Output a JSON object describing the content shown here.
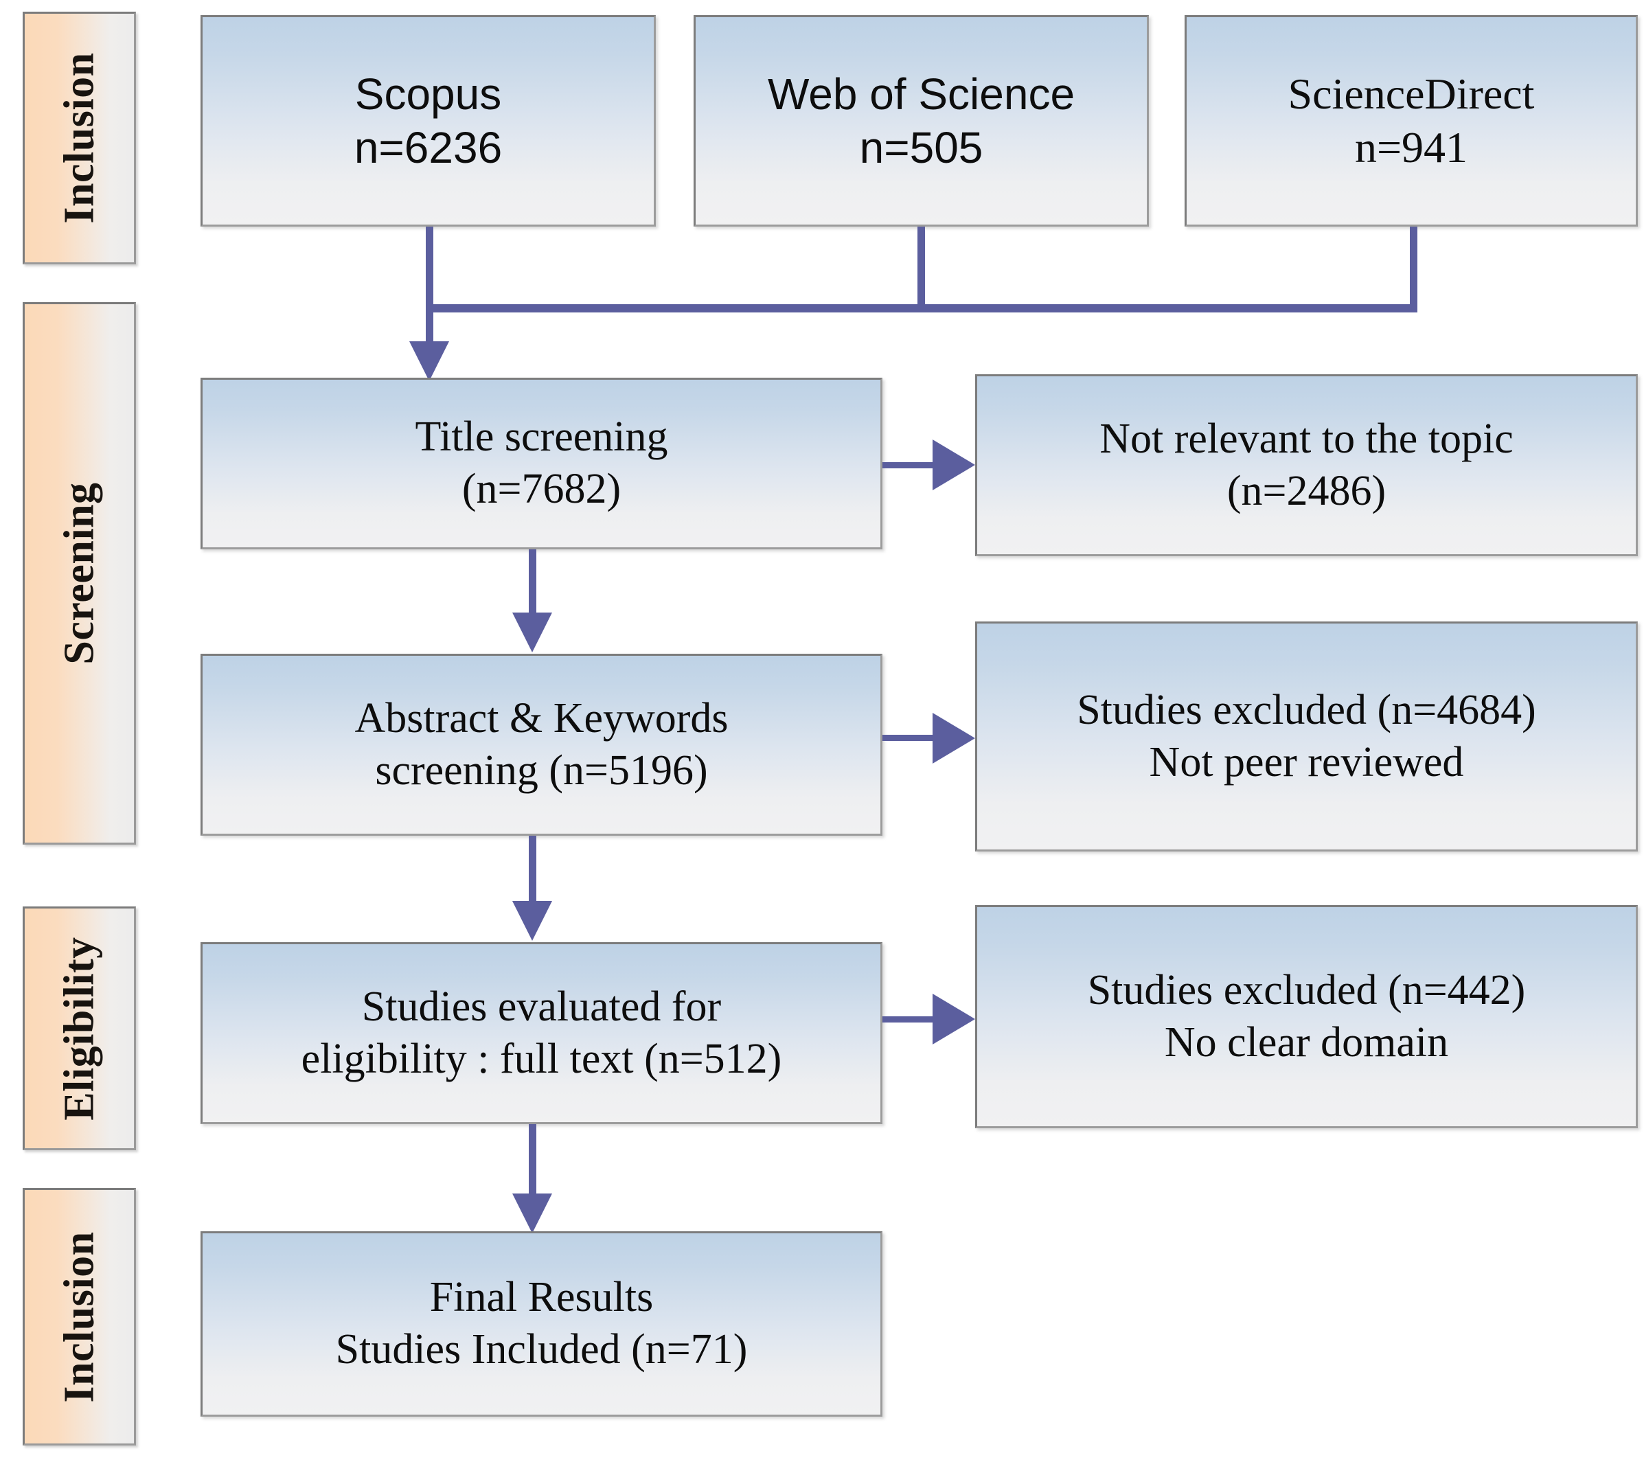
{
  "diagram": {
    "type": "prisma-flow-diagram",
    "accent_color": "#5b5e9e",
    "box_fill_top": "#bed2e6",
    "box_fill_bottom": "#f1f1f2",
    "phase_fill_left": "#fbd9b8",
    "phase_fill_right": "#ececec",
    "border_color": "#7c7c7c"
  },
  "phases": [
    {
      "id": "phase-inclusion-top",
      "label": "Inclusion"
    },
    {
      "id": "phase-screening",
      "label": "Screening"
    },
    {
      "id": "phase-eligibility",
      "label": "Eligibility"
    },
    {
      "id": "phase-inclusion-bottom",
      "label": "Inclusion"
    }
  ],
  "sources": [
    {
      "id": "scopus",
      "name": "Scopus",
      "count_label": "n=6236",
      "text": "Scopus\nn=6236"
    },
    {
      "id": "web-of-science",
      "name": "Web of Science",
      "count_label": "n=505",
      "text": "Web of Science\nn=505"
    },
    {
      "id": "sciencedirect",
      "name": "ScienceDirect",
      "count_label": "n=941",
      "text": "ScienceDirect\nn=941"
    }
  ],
  "stages": [
    {
      "id": "title-screening",
      "text": "Title  screening\n(n=7682)",
      "count_label": "(n=7682)",
      "excluded": {
        "id": "excluded-not-relevant",
        "text": "Not relevant to the topic\n(n=2486)",
        "count_label": "(n=2486)"
      }
    },
    {
      "id": "abstract-keywords-screening",
      "text": "Abstract & Keywords\nscreening (n=5196)",
      "count_label": "(n=5196)",
      "excluded": {
        "id": "excluded-not-peer-reviewed",
        "text": "Studies excluded (n=4684)\nNot peer reviewed",
        "count_label": "(n=4684)"
      }
    },
    {
      "id": "full-text-eligibility",
      "text": "Studies evaluated for\neligibility : full text (n=512)",
      "count_label": "(n=512)",
      "excluded": {
        "id": "excluded-no-clear-domain",
        "text": "Studies excluded (n=442)\nNo clear domain",
        "count_label": "(n=442)"
      }
    }
  ],
  "final": {
    "id": "final-results",
    "text": "Final  Results\nStudies Included (n=71)",
    "count_label": "(n=71)"
  },
  "chart_data": {
    "type": "diagram",
    "title": "PRISMA study selection flow",
    "nodes": [
      {
        "id": "scopus",
        "label": "Scopus",
        "n": 6236,
        "phase": "Inclusion"
      },
      {
        "id": "web-of-science",
        "label": "Web of Science",
        "n": 505,
        "phase": "Inclusion"
      },
      {
        "id": "sciencedirect",
        "label": "ScienceDirect",
        "n": 941,
        "phase": "Inclusion"
      },
      {
        "id": "title-screening",
        "label": "Title screening",
        "n": 7682,
        "phase": "Screening"
      },
      {
        "id": "excluded-not-relevant",
        "label": "Not relevant to the topic",
        "n": 2486,
        "phase": "Screening"
      },
      {
        "id": "abstract-keywords-screening",
        "label": "Abstract & Keywords screening",
        "n": 5196,
        "phase": "Screening"
      },
      {
        "id": "excluded-not-peer-reviewed",
        "label": "Studies excluded - Not peer reviewed",
        "n": 4684,
        "phase": "Screening"
      },
      {
        "id": "full-text-eligibility",
        "label": "Studies evaluated for eligibility : full text",
        "n": 512,
        "phase": "Eligibility"
      },
      {
        "id": "excluded-no-clear-domain",
        "label": "Studies excluded - No clear domain",
        "n": 442,
        "phase": "Eligibility"
      },
      {
        "id": "final-results",
        "label": "Final Results - Studies Included",
        "n": 71,
        "phase": "Inclusion"
      }
    ],
    "edges": [
      {
        "from": "scopus",
        "to": "title-screening"
      },
      {
        "from": "web-of-science",
        "to": "title-screening"
      },
      {
        "from": "sciencedirect",
        "to": "title-screening"
      },
      {
        "from": "title-screening",
        "to": "excluded-not-relevant"
      },
      {
        "from": "title-screening",
        "to": "abstract-keywords-screening"
      },
      {
        "from": "abstract-keywords-screening",
        "to": "excluded-not-peer-reviewed"
      },
      {
        "from": "abstract-keywords-screening",
        "to": "full-text-eligibility"
      },
      {
        "from": "full-text-eligibility",
        "to": "excluded-no-clear-domain"
      },
      {
        "from": "full-text-eligibility",
        "to": "final-results"
      }
    ]
  }
}
